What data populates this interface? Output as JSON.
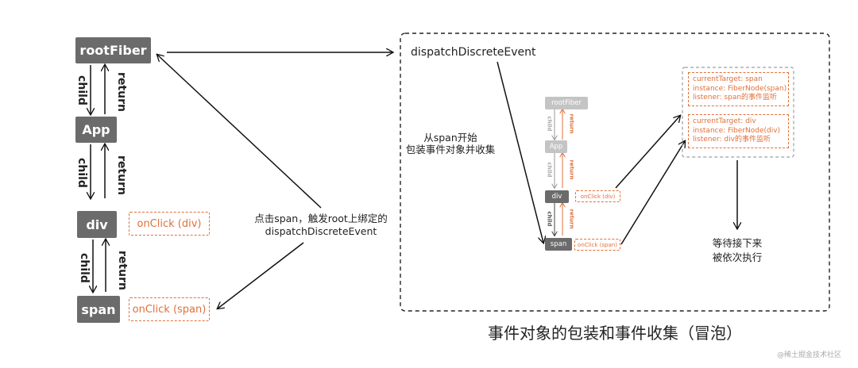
{
  "left_tree": {
    "nodes": [
      "rootFiber",
      "App",
      "div",
      "span"
    ],
    "child_label": "child",
    "return_label": "return",
    "handlers": {
      "div": "onClick (div)",
      "span": "onClick (span)"
    }
  },
  "click_note": {
    "line1": "点击span，触发root上绑定的",
    "line2": "dispatchDiscreteEvent"
  },
  "box": {
    "title": "dispatchDiscreteEvent",
    "start_note": {
      "line1": "从span开始",
      "line2": "包装事件对象并收集"
    },
    "mini_nodes": [
      "rootFiber",
      "App",
      "div",
      "span"
    ],
    "mini_child": "child",
    "mini_return": "return",
    "mini_handlers": {
      "div": "onClick (div)",
      "span": "onClick (span)"
    },
    "cards": [
      [
        "currentTarget: span",
        "instance: FiberNode(span)",
        "listener: span的事件监听"
      ],
      [
        "currentTarget: div",
        "instance: FiberNode(div)",
        "listener: div的事件监听"
      ]
    ],
    "wait_note": {
      "line1": "等待接下来",
      "line2": "被依次执行"
    }
  },
  "caption": "事件对象的包装和事件收集（冒泡）",
  "watermark": "@稀土掘金技术社区",
  "colors": {
    "node": "#6b6b6b",
    "mini_node_light": "#c4c4c4",
    "accent": "#e0703a",
    "line": "#111111"
  }
}
